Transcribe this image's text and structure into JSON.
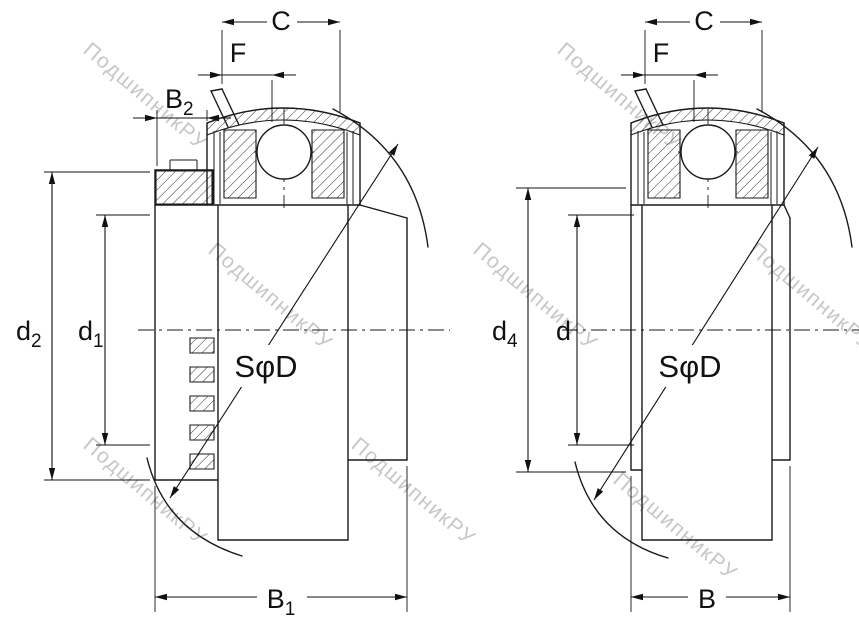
{
  "colors": {
    "line": "#1a1a1a",
    "watermark": "#c7c7c7",
    "background": "#ffffff"
  },
  "watermark": {
    "text": "ПодшипникРУ"
  },
  "left_view": {
    "dims": {
      "c": "C",
      "f": "F",
      "b2": {
        "base": "B",
        "sub": "2"
      },
      "d2": {
        "base": "d",
        "sub": "2"
      },
      "d1": {
        "base": "d",
        "sub": "1"
      },
      "b1": {
        "base": "B",
        "sub": "1"
      },
      "sphere": "SφD"
    }
  },
  "right_view": {
    "dims": {
      "c": "C",
      "f": "F",
      "d4": {
        "base": "d",
        "sub": "4"
      },
      "d": "d",
      "b": "B",
      "sphere": "SφD"
    }
  }
}
